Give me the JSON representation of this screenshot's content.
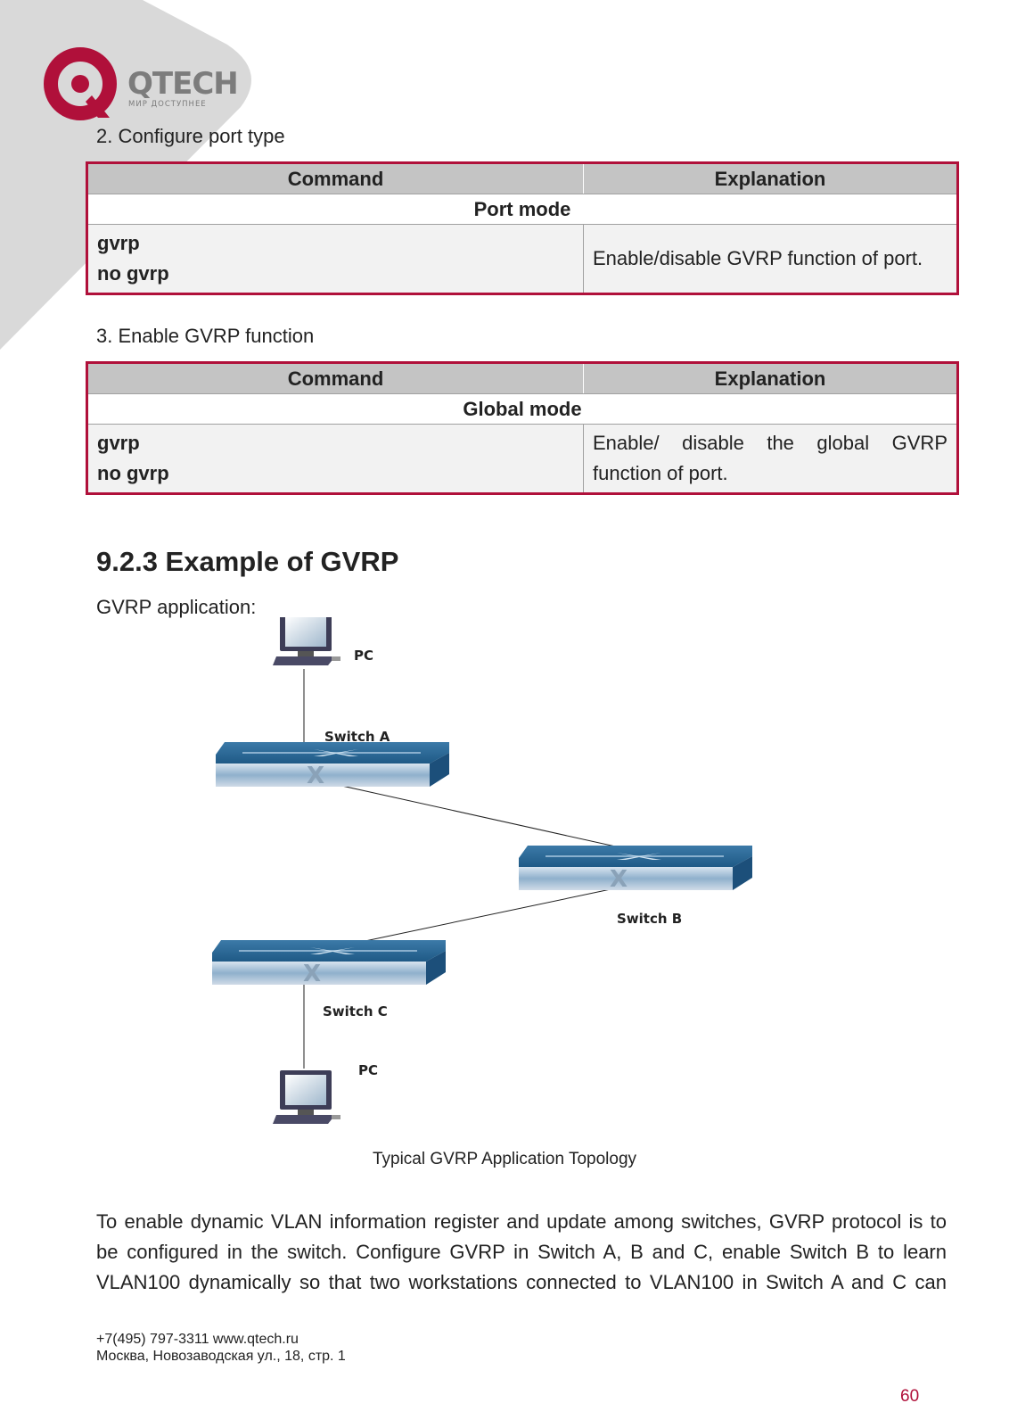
{
  "brand": {
    "name": "QTECH",
    "tagline": "МИР ДОСТУПНЕЕ",
    "accent": "#b0103a"
  },
  "section2": {
    "heading": "2. Configure port type",
    "header_command": "Command",
    "header_explanation": "Explanation",
    "mode": "Port mode",
    "commands": [
      "gvrp",
      "no gvrp"
    ],
    "explanation": "Enable/disable GVRP function of port."
  },
  "section3": {
    "heading": "3. Enable GVRP function",
    "header_command": "Command",
    "header_explanation": "Explanation",
    "mode": "Global mode",
    "commands": [
      "gvrp",
      "no gvrp"
    ],
    "explanation_line1": "Enable/ disable the global GVRP",
    "explanation_line2": "function of port."
  },
  "example": {
    "title": "9.2.3 Example of GVRP",
    "intro": "GVRP application:",
    "diagram": {
      "pc_top": "PC",
      "switch_a": "Switch A",
      "switch_b": "Switch B",
      "switch_c": "Switch C",
      "pc_bottom": "PC"
    },
    "caption": "Typical GVRP Application Topology",
    "paragraph": "To enable dynamic VLAN information register and update among switches, GVRP protocol is to be configured in the switch. Configure GVRP in Switch A, B and C, enable Switch B to learn VLAN100 dynamically so that two workstations connected to VLAN100 in Switch A and C can"
  },
  "footer": {
    "phone_web": "+7(495) 797-3311 www.qtech.ru",
    "address": "Москва, Новозаводская ул., 18, стр. 1",
    "page_number": "60"
  }
}
